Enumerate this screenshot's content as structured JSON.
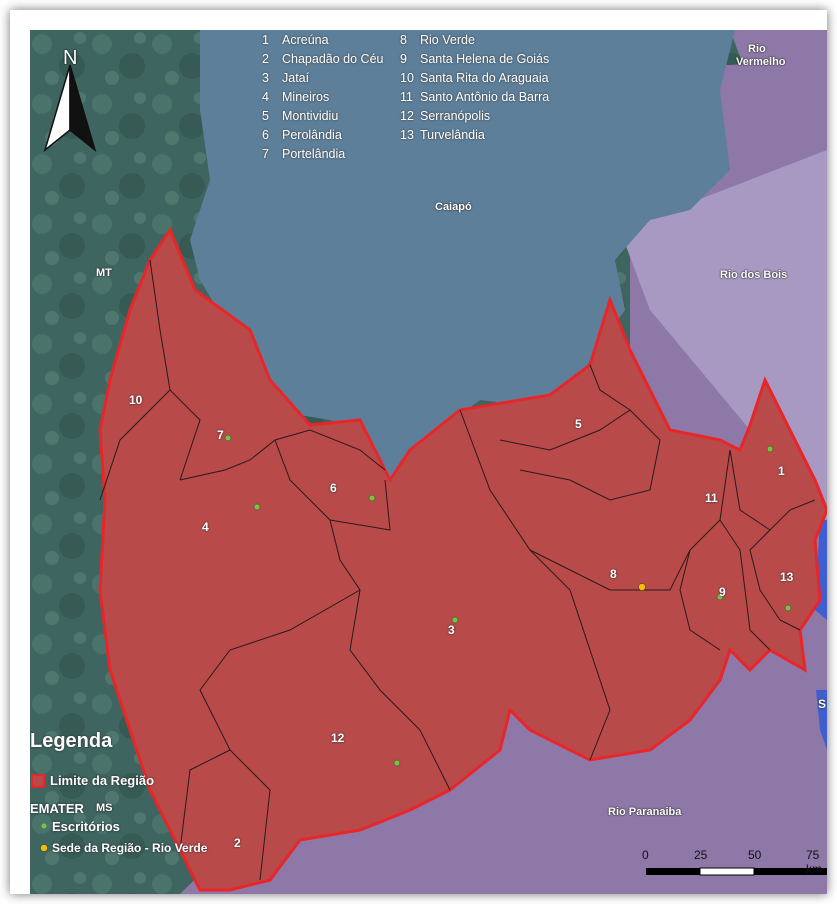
{
  "municipality_list": {
    "col1": [
      {
        "n": "1",
        "name": "Acreúna"
      },
      {
        "n": "2",
        "name": "Chapadão do Céu"
      },
      {
        "n": "3",
        "name": "Jataí"
      },
      {
        "n": "4",
        "name": "Mineiros"
      },
      {
        "n": "5",
        "name": "Montividiu"
      },
      {
        "n": "6",
        "name": "Perolândia"
      },
      {
        "n": "7",
        "name": "Portelândia"
      }
    ],
    "col2": [
      {
        "n": "8",
        "name": "Rio Verde"
      },
      {
        "n": "9",
        "name": "Santa Helena de Goiás"
      },
      {
        "n": "10",
        "name": "Santa Rita do Araguaia"
      },
      {
        "n": "11",
        "name": "Santo Antônio da Barra"
      },
      {
        "n": "12",
        "name": "Serranópolis"
      },
      {
        "n": "13",
        "name": "Turvelândia"
      }
    ]
  },
  "map_labels": {
    "north": "N",
    "mt": "MT",
    "ms": "MS",
    "caiapo": "Caiapó",
    "rio_vermelho_1": "Rio",
    "rio_vermelho_2": "Vermelho",
    "rio_dos_bois": "Rio dos Bois",
    "rio_paranaiba": "Rio Paranaiba",
    "s_edge": "S"
  },
  "region_numbers": [
    "1",
    "2",
    "3",
    "4",
    "5",
    "6",
    "7",
    "8",
    "9",
    "10",
    "11",
    "12",
    "13"
  ],
  "legend": {
    "title": "Legenda",
    "limit": "Limite da Região",
    "emater": "EMATER",
    "offices": "Escritórios",
    "seat": "Sede da Região - Rio Verde"
  },
  "scale": {
    "ticks": [
      "0",
      "25",
      "50",
      "75 km"
    ]
  },
  "colors": {
    "region_fill": "#b84a4a",
    "region_border": "#e8262a",
    "caiapo": "#5d7f9a",
    "purple": "#8e78a8",
    "lilac": "#a899c2",
    "office_dot": "#7cc242",
    "seat_dot": "#f2c200"
  }
}
